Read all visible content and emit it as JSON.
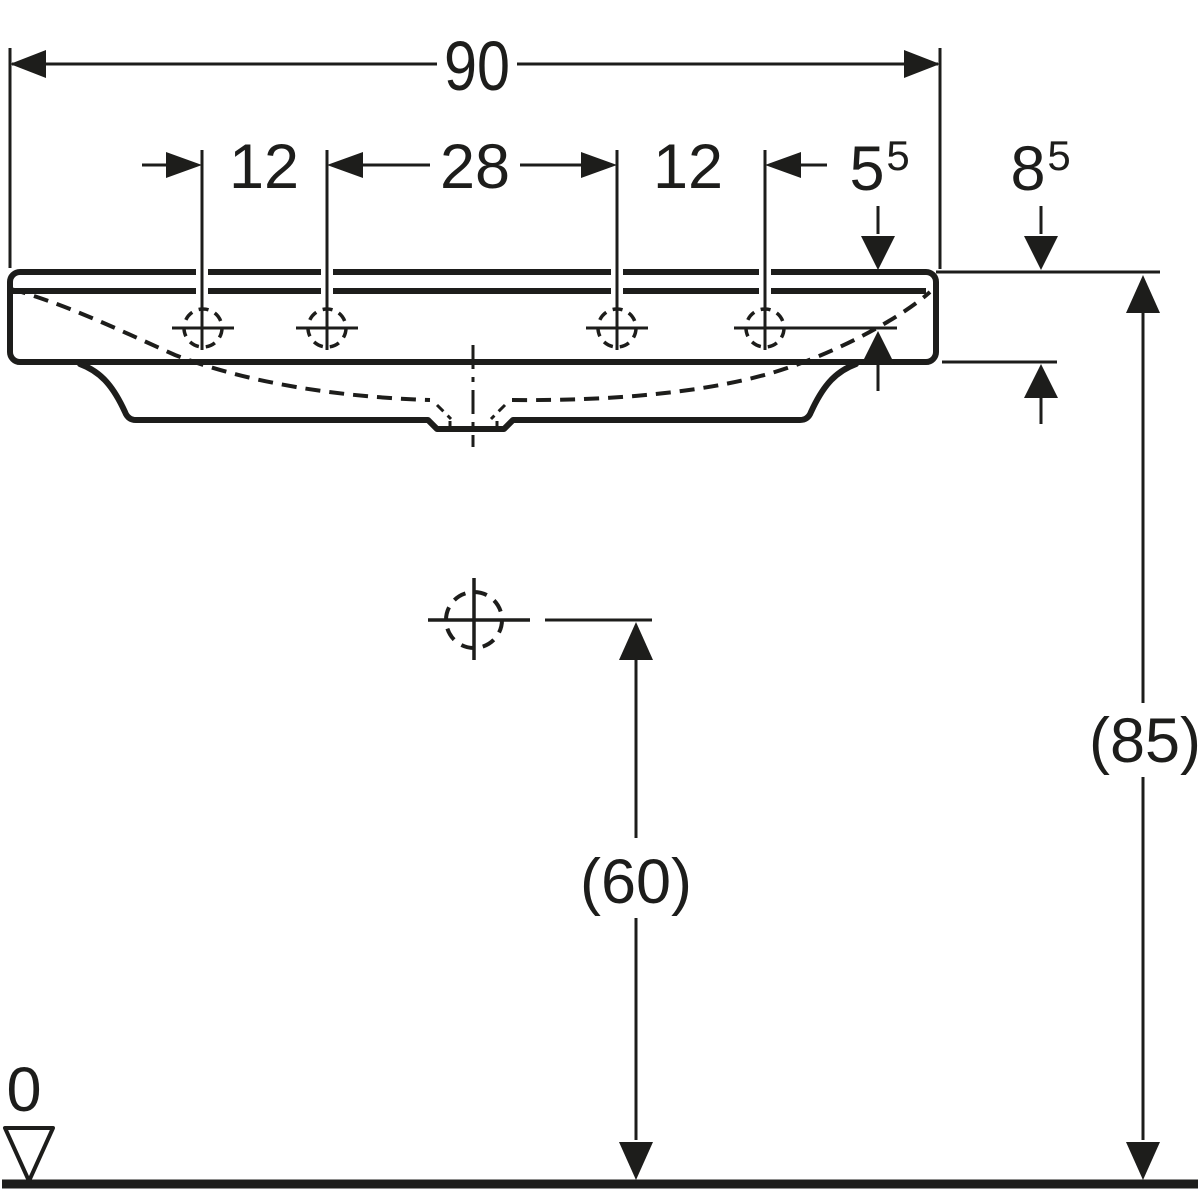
{
  "drawing": {
    "background": "#ffffff",
    "line_color": "#1d1d1b",
    "labels": {
      "overall_width": "90",
      "left_hole_offset": "12",
      "center_hole_span": "28",
      "right_hole_offset": "12",
      "deck_to_hole_axis": {
        "main": "5",
        "sup": "5"
      },
      "right_edge_height": {
        "main": "8",
        "sup": "5"
      },
      "outlet_height": "(60)",
      "rim_height": "(85)",
      "floor_datum": "0"
    }
  }
}
